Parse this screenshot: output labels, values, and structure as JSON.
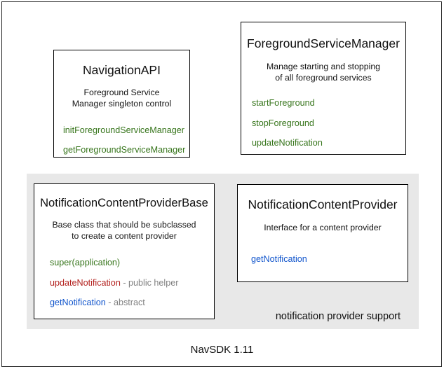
{
  "diagram": {
    "footer_caption": "NavSDK 1.11",
    "group_panel": {
      "label": "notification provider support"
    },
    "boxes": [
      {
        "id": "navigation-api",
        "title": "NavigationAPI",
        "description": "Foreground Service\nManager singleton control",
        "description_lines": [
          "Foreground Service",
          "Manager singleton control"
        ],
        "members": [
          {
            "name": "initForegroundServiceManager",
            "note": "",
            "color": "#38761d"
          },
          {
            "name": "getForegroundServiceManager",
            "note": "",
            "color": "#38761d"
          }
        ]
      },
      {
        "id": "foreground-service-manager",
        "title": "ForegroundServiceManager",
        "description": "Manage starting and stopping\nof all foreground services",
        "description_lines": [
          "Manage starting and stopping",
          "of all foreground services"
        ],
        "members": [
          {
            "name": "startForeground",
            "note": "",
            "color": "#38761d"
          },
          {
            "name": "stopForeground",
            "note": "",
            "color": "#38761d"
          },
          {
            "name": "updateNotification",
            "note": "",
            "color": "#38761d"
          }
        ]
      },
      {
        "id": "notification-content-provider-base",
        "title": "NotificationContentProviderBase",
        "description": "Base class that should be subclassed\nto create a content provider",
        "description_lines": [
          "Base class that should be subclassed",
          "to create a content provider"
        ],
        "members": [
          {
            "name": "super(application)",
            "note": "",
            "color": "#38761d"
          },
          {
            "name": "updateNotification",
            "note": " - public helper",
            "color": "#b3221f"
          },
          {
            "name": "getNotification",
            "note": " - abstract",
            "color": "#1155cc"
          }
        ]
      },
      {
        "id": "notification-content-provider",
        "title": "NotificationContentProvider",
        "description": "Interface for a content provider",
        "description_lines": [
          "Interface for a content provider"
        ],
        "members": [
          {
            "name": "getNotification",
            "note": "",
            "color": "#1155cc"
          }
        ]
      }
    ],
    "colors": {
      "member_green": "#38761d",
      "member_red": "#b3221f",
      "member_blue": "#1155cc",
      "member_note_gray": "#808080",
      "group_panel_bg": "#e8e8e8",
      "box_border": "#000000",
      "frame_border": "#2b2b2b",
      "text": "#101010"
    }
  }
}
